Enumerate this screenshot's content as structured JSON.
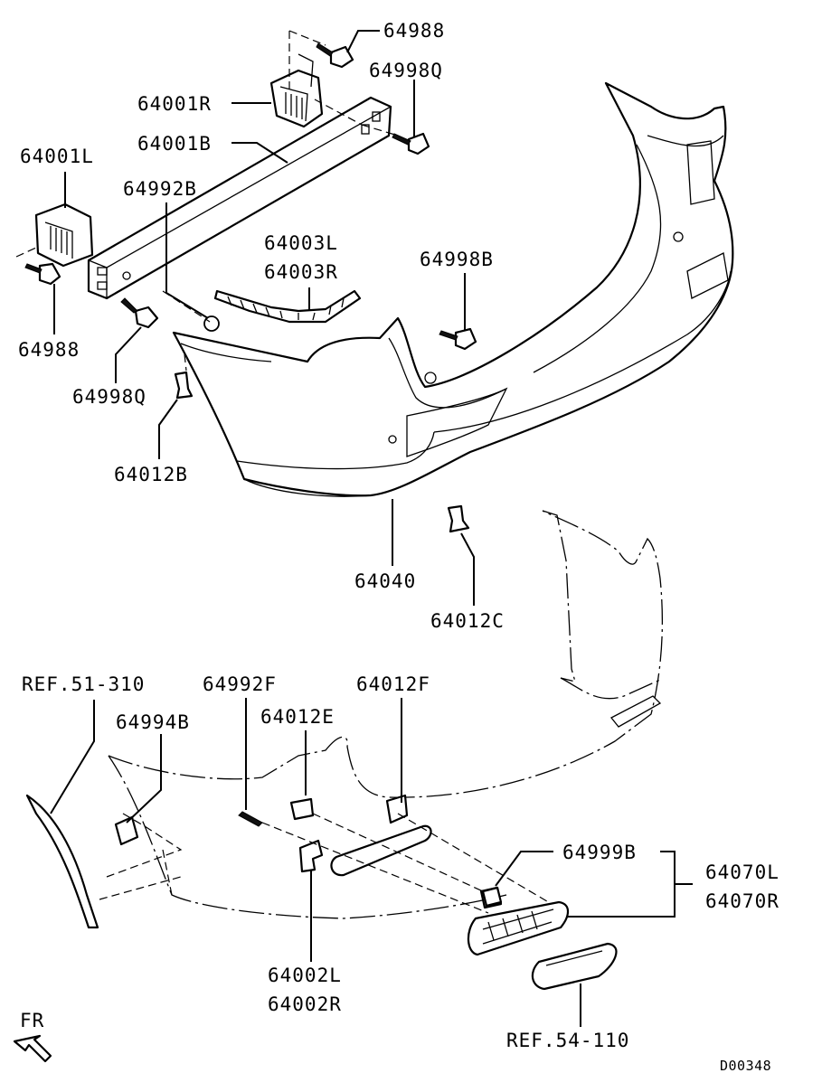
{
  "diagram": {
    "labels": {
      "p64988_top": "64988",
      "p64998q_top": "64998Q",
      "p64001r": "64001R",
      "p64001b": "64001B",
      "p64001l": "64001L",
      "p64992b": "64992B",
      "p64003l": "64003L",
      "p64003r": "64003R",
      "p64998b": "64998B",
      "p64988_left": "64988",
      "p64998q_left": "64998Q",
      "p64012b": "64012B",
      "p64040": "64040",
      "p64012c": "64012C",
      "ref51310": "REF.51-310",
      "p64992f": "64992F",
      "p64012f": "64012F",
      "p64994b": "64994B",
      "p64012e": "64012E",
      "p64999b": "64999B",
      "p64070l": "64070L",
      "p64070r": "64070R",
      "p64002l": "64002L",
      "p64002r": "64002R",
      "ref54110": "REF.54-110",
      "fr": "FR",
      "code": "D00348"
    }
  }
}
